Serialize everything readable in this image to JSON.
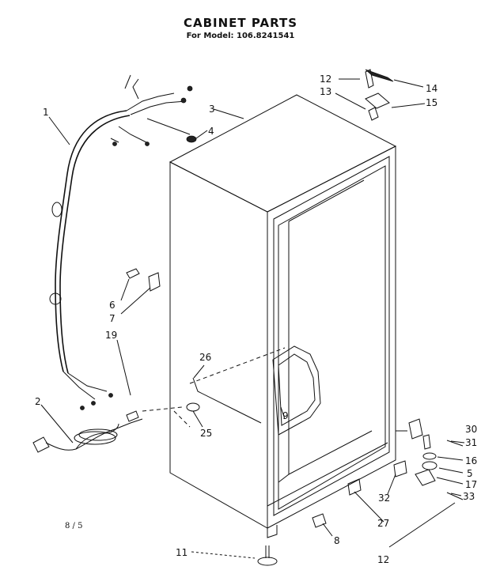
{
  "title": "CABINET PARTS",
  "subtitle": "For Model: 106.8241541",
  "footer": "8 / 5",
  "callouts": [
    "1",
    "2",
    "3",
    "4",
    "5",
    "6",
    "7",
    "8",
    "9",
    "11",
    "12",
    "12",
    "13",
    "14",
    "15",
    "16",
    "17",
    "19",
    "25",
    "26",
    "27",
    "30",
    "31",
    "32",
    "33"
  ]
}
